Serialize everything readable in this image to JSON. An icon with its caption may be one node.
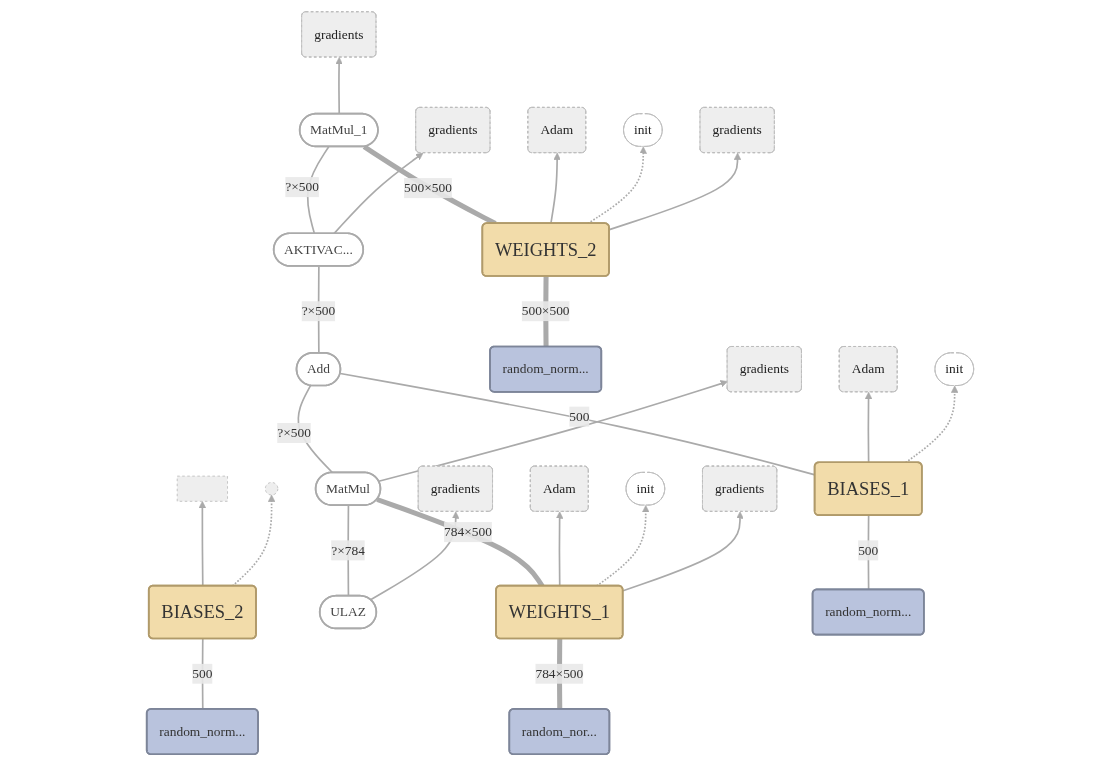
{
  "diagram": {
    "nodes": [
      {
        "text": [
          "MatMul_1"
        ]
      },
      {
        "text": [
          "gradients"
        ]
      },
      {
        "text": [
          "AKTIVAC..."
        ]
      },
      {
        "text": [
          "gradients"
        ]
      },
      {
        "text": [
          "WEIGHTS_2"
        ]
      },
      {
        "text": [
          "Adam"
        ]
      },
      {
        "text": [
          "init"
        ]
      },
      {
        "text": [
          "gradients"
        ]
      },
      {
        "text": [
          "BIASES_2"
        ]
      },
      {
        "text": [],
        "shape": "box"
      },
      {
        "text": [],
        "shape": "circle"
      },
      {
        "text": [
          "random_norm..."
        ]
      },
      {
        "text": [
          "Add"
        ]
      },
      {
        "text": [
          "random_norm..."
        ]
      },
      {
        "text": [
          "MatMul"
        ]
      },
      {
        "text": [
          "gradients"
        ]
      },
      {
        "text": [
          "BIASES_1"
        ]
      },
      {
        "text": [
          "Adam"
        ]
      },
      {
        "text": [
          "init"
        ]
      },
      {
        "text": [
          "ULAZ"
        ]
      },
      {
        "text": [
          "gradients"
        ]
      },
      {
        "text": [
          "WEIGHTS_1"
        ]
      },
      {
        "text": [
          "Adam"
        ]
      },
      {
        "text": [
          "init"
        ]
      },
      {
        "text": [
          "gradients"
        ]
      },
      {
        "text": [
          "random_norm..."
        ]
      },
      {
        "text": [
          "random_nor..."
        ]
      }
    ],
    "edges": [
      {
        "from": 2,
        "to": 0,
        "arrow": "none",
        "label": "?×500"
      },
      {
        "from": 4,
        "to": 0,
        "arrow": "none",
        "label": "500×500",
        "style": "thick"
      },
      {
        "from": 0,
        "to": 1,
        "arrow": "to"
      },
      {
        "from": 2,
        "to": 3,
        "arrow": "to"
      },
      {
        "from": 12,
        "to": 2,
        "arrow": "none",
        "label": "?×500"
      },
      {
        "from": 4,
        "to": 5,
        "arrow": "to"
      },
      {
        "from": 4,
        "to": 6,
        "arrow": "to",
        "style": "dashed"
      },
      {
        "from": 4,
        "to": 7,
        "arrow": "to"
      },
      {
        "from": 13,
        "to": 4,
        "arrow": "none",
        "label": "500×500",
        "style": "thick"
      },
      {
        "from": 8,
        "to": 9,
        "arrow": "to"
      },
      {
        "from": 8,
        "to": 10,
        "arrow": "to",
        "style": "dashed"
      },
      {
        "from": 11,
        "to": 8,
        "arrow": "none",
        "label": "500"
      },
      {
        "from": 14,
        "to": 12,
        "arrow": "none",
        "label": "?×500"
      },
      {
        "from": 16,
        "to": 12,
        "arrow": "none",
        "label": "500"
      },
      {
        "from": 14,
        "to": 15,
        "arrow": "to"
      },
      {
        "from": 19,
        "to": 14,
        "arrow": "none",
        "label": "?×784"
      },
      {
        "from": 21,
        "to": 14,
        "arrow": "none",
        "label": "784×500",
        "style": "thick"
      },
      {
        "from": 16,
        "to": 17,
        "arrow": "to"
      },
      {
        "from": 16,
        "to": 18,
        "arrow": "to",
        "style": "dashed"
      },
      {
        "from": 25,
        "to": 16,
        "arrow": "none",
        "label": "500"
      },
      {
        "from": 19,
        "to": 20,
        "arrow": "to"
      },
      {
        "from": 21,
        "to": 22,
        "arrow": "to"
      },
      {
        "from": 21,
        "to": 23,
        "arrow": "to",
        "style": "dashed"
      },
      {
        "from": 21,
        "to": 24,
        "arrow": "to"
      },
      {
        "from": 26,
        "to": 21,
        "arrow": "none",
        "label": "784×500",
        "style": "thick"
      }
    ]
  }
}
